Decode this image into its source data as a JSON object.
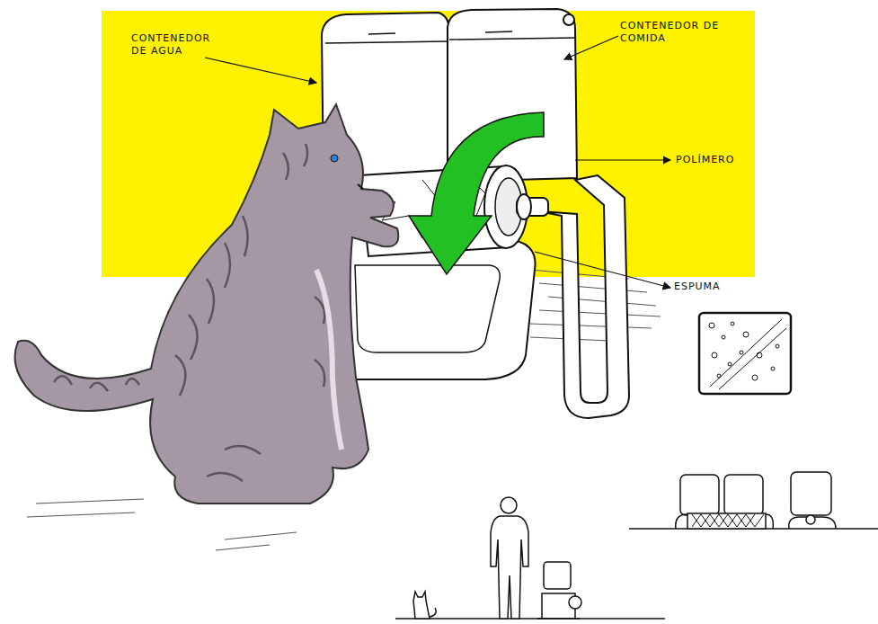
{
  "diagram": {
    "labels": [
      "CONTENEDOR DE AGUA",
      "CONTENEDOR DE COMIDA",
      "POLÍMERO",
      "ESPUMA"
    ]
  }
}
